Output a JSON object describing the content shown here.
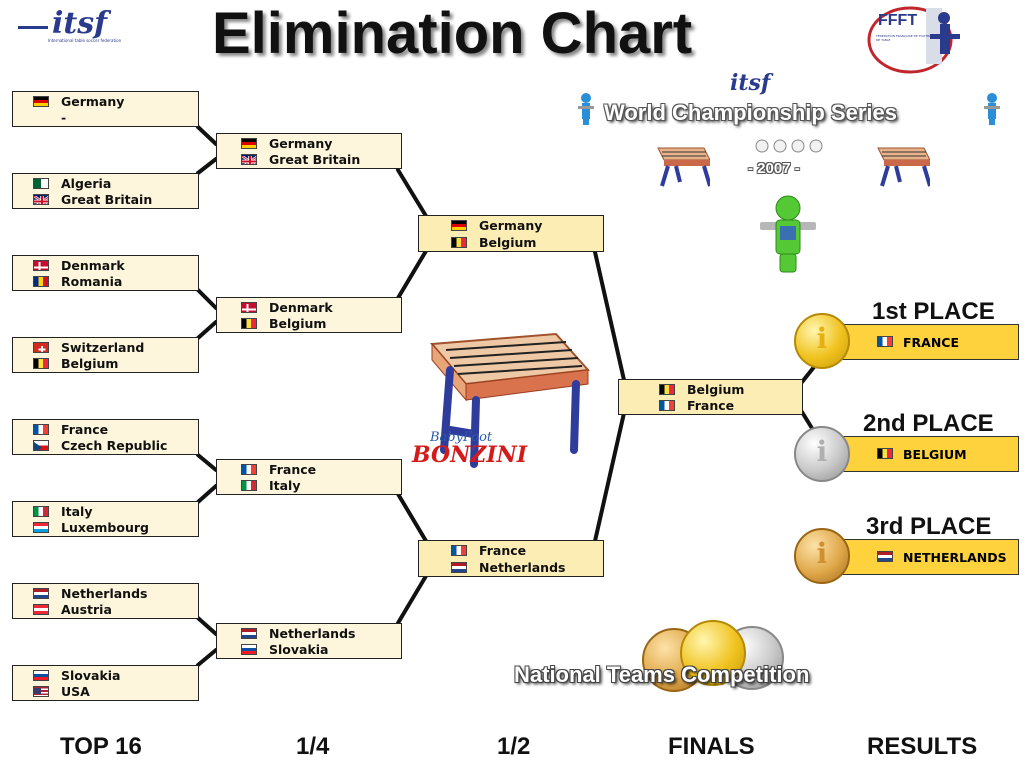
{
  "header": {
    "title": "Elimination Chart",
    "logo_left_text": "itsf",
    "logo_left_tagline": "International table soccer federation",
    "logo_right_text": "FFFT",
    "logo_right_tagline": "FÉDÉRATION FRANÇAISE DE FOOTBALL DE TABLE"
  },
  "branding": {
    "itsf_small": "itsf",
    "series_title": "World Championship Series",
    "year": "- 2007 -",
    "bonzini_line1": "BabyFoot",
    "bonzini_line2": "BONZINI",
    "competition_title": "National Teams Competition"
  },
  "top16": [
    {
      "team1": "Germany",
      "flag1": "germany",
      "team2": "-",
      "flag2": ""
    },
    {
      "team1": "Algeria",
      "flag1": "algeria",
      "team2": "Great Britain",
      "flag2": "great-britain"
    },
    {
      "team1": "Denmark",
      "flag1": "denmark",
      "team2": "Romania",
      "flag2": "romania"
    },
    {
      "team1": "Switzerland",
      "flag1": "switzerland",
      "team2": "Belgium",
      "flag2": "belgium"
    },
    {
      "team1": "France",
      "flag1": "france",
      "team2": "Czech Republic",
      "flag2": "czech-republic"
    },
    {
      "team1": "Italy",
      "flag1": "italy",
      "team2": "Luxembourg",
      "flag2": "luxembourg"
    },
    {
      "team1": "Netherlands",
      "flag1": "netherlands",
      "team2": "Austria",
      "flag2": "austria"
    },
    {
      "team1": "Slovakia",
      "flag1": "slovakia",
      "team2": "USA",
      "flag2": "usa"
    }
  ],
  "quarter": [
    {
      "team1": "Germany",
      "flag1": "germany",
      "team2": "Great Britain",
      "flag2": "great-britain"
    },
    {
      "team1": "Denmark",
      "flag1": "denmark",
      "team2": "Belgium",
      "flag2": "belgium"
    },
    {
      "team1": "France",
      "flag1": "france",
      "team2": "Italy",
      "flag2": "italy"
    },
    {
      "team1": "Netherlands",
      "flag1": "netherlands",
      "team2": "Slovakia",
      "flag2": "slovakia"
    }
  ],
  "semi": [
    {
      "team1": "Germany",
      "flag1": "germany",
      "team2": "Belgium",
      "flag2": "belgium"
    },
    {
      "team1": "France",
      "flag1": "france",
      "team2": "Netherlands",
      "flag2": "netherlands"
    }
  ],
  "final": [
    {
      "team1": "Belgium",
      "flag1": "belgium",
      "team2": "France",
      "flag2": "france"
    }
  ],
  "results": [
    {
      "place": "1st PLACE",
      "team": "FRANCE",
      "flag": "france",
      "medal": "gold"
    },
    {
      "place": "2nd PLACE",
      "team": "BELGIUM",
      "flag": "belgium",
      "medal": "silver"
    },
    {
      "place": "3rd PLACE",
      "team": "NETHERLANDS",
      "flag": "netherlands",
      "medal": "bronze"
    }
  ],
  "columns": [
    "TOP 16",
    "1/4",
    "1/2",
    "FINALS",
    "RESULTS"
  ],
  "colors": {
    "box_bg": "#fdf6dc",
    "mid_box_bg": "#fcedb5",
    "result_bg": "#fdd23c",
    "gold": "#f3c93a",
    "silver": "#c8c8c8",
    "bronze": "#e0a84a"
  }
}
